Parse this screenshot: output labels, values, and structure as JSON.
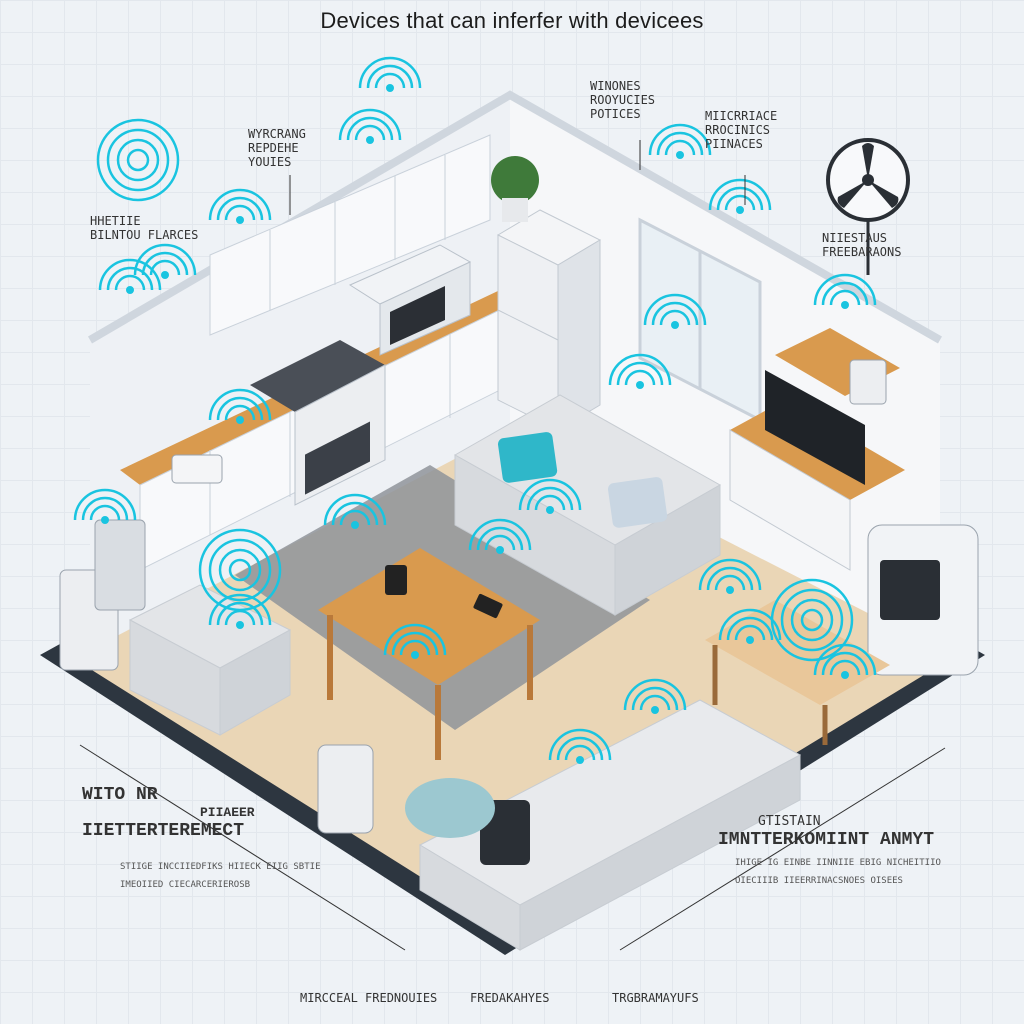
{
  "title": "Devices that can inferfer with devicees",
  "labels": {
    "top_left": [
      "HHETIIE",
      "BILNTOU FLARCES"
    ],
    "top_center_left": [
      "WYRCRANG",
      "REPDEHE",
      "YOUIES"
    ],
    "top_center": [
      "WINONES",
      "ROOYUCIES",
      "POTICES"
    ],
    "top_right": [
      "MIICRRIACE",
      "RROCINICS",
      "PIINACES"
    ],
    "right_fan": [
      "NIIESTAUS",
      "FREEBARAONS"
    ],
    "bottom_left_title": [
      "WITO NR",
      "PIIAEER",
      "IIETTERTEREMECT"
    ],
    "bottom_left_sub": [
      "STIIGE INCCIIEDFIKS HIIECK EIIG SBTIE",
      "IMEOIIED CIECARCERIEROSB"
    ],
    "bottom_right_title": [
      "GTISTAIN",
      "IMNTTERKOMIINT ANMYT"
    ],
    "bottom_right_sub": [
      "IHIGE IG EINBE IINNIIE EBIG NICHEITIIO",
      "OIECIIIB IIEERRINACSNOES OISEES"
    ],
    "footer": [
      "MIRCCEAL FREDNOUIES",
      "FREDAKAHYES",
      "TRGBRAMAYUFS"
    ]
  },
  "colors": {
    "wave": "#19c4e0",
    "wall": "#f3f5f8",
    "wall_side": "#dfe4ea",
    "floor": "#e9d4b3",
    "rug": "#8f949a",
    "base": "#2d3640",
    "cabinet": "#f7f8fa",
    "counter": "#d99a4e",
    "sofa": "#e6e7e9",
    "cushion": "#2fb7c9"
  },
  "icons": [
    "wifi-wave-icon",
    "fan-icon",
    "router-icon",
    "microwave-icon",
    "speaker-icon",
    "fridge-icon",
    "tv-icon",
    "phone-icon",
    "air-purifier-icon"
  ]
}
